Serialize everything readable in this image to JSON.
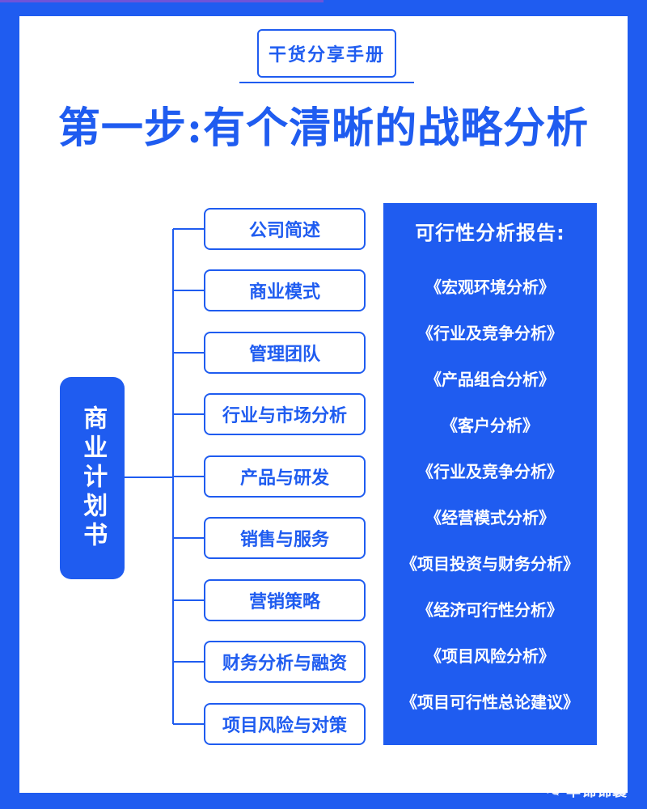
{
  "header": {
    "badge": "干货分享手册",
    "title": "第一步:有个清晰的战略分析"
  },
  "diagram": {
    "root": "商业计划书",
    "branches": [
      "公司简述",
      "商业模式",
      "管理团队",
      "行业与市场分析",
      "产品与研发",
      "销售与服务",
      "营销策略",
      "财务分析与融资",
      "项目风险与对策"
    ]
  },
  "report_panel": {
    "heading": "可行性分析报告:",
    "items": [
      "《宏观环境分析》",
      "《行业及竞争分析》",
      "《产品组合分析》",
      "《客户分析》",
      "《行业及竞争分析》",
      "《经营模式分析》",
      "《项目投资与财务分析》",
      "《经济可行性分析》",
      "《项目风险分析》",
      "《项目可行性总论建议》"
    ]
  },
  "watermark": {
    "text": "羊锦锦囊",
    "icon": "chat-icon"
  },
  "colors": {
    "primary": "#1f5cf0",
    "accent_bar": "#6f53d8",
    "white": "#ffffff"
  }
}
